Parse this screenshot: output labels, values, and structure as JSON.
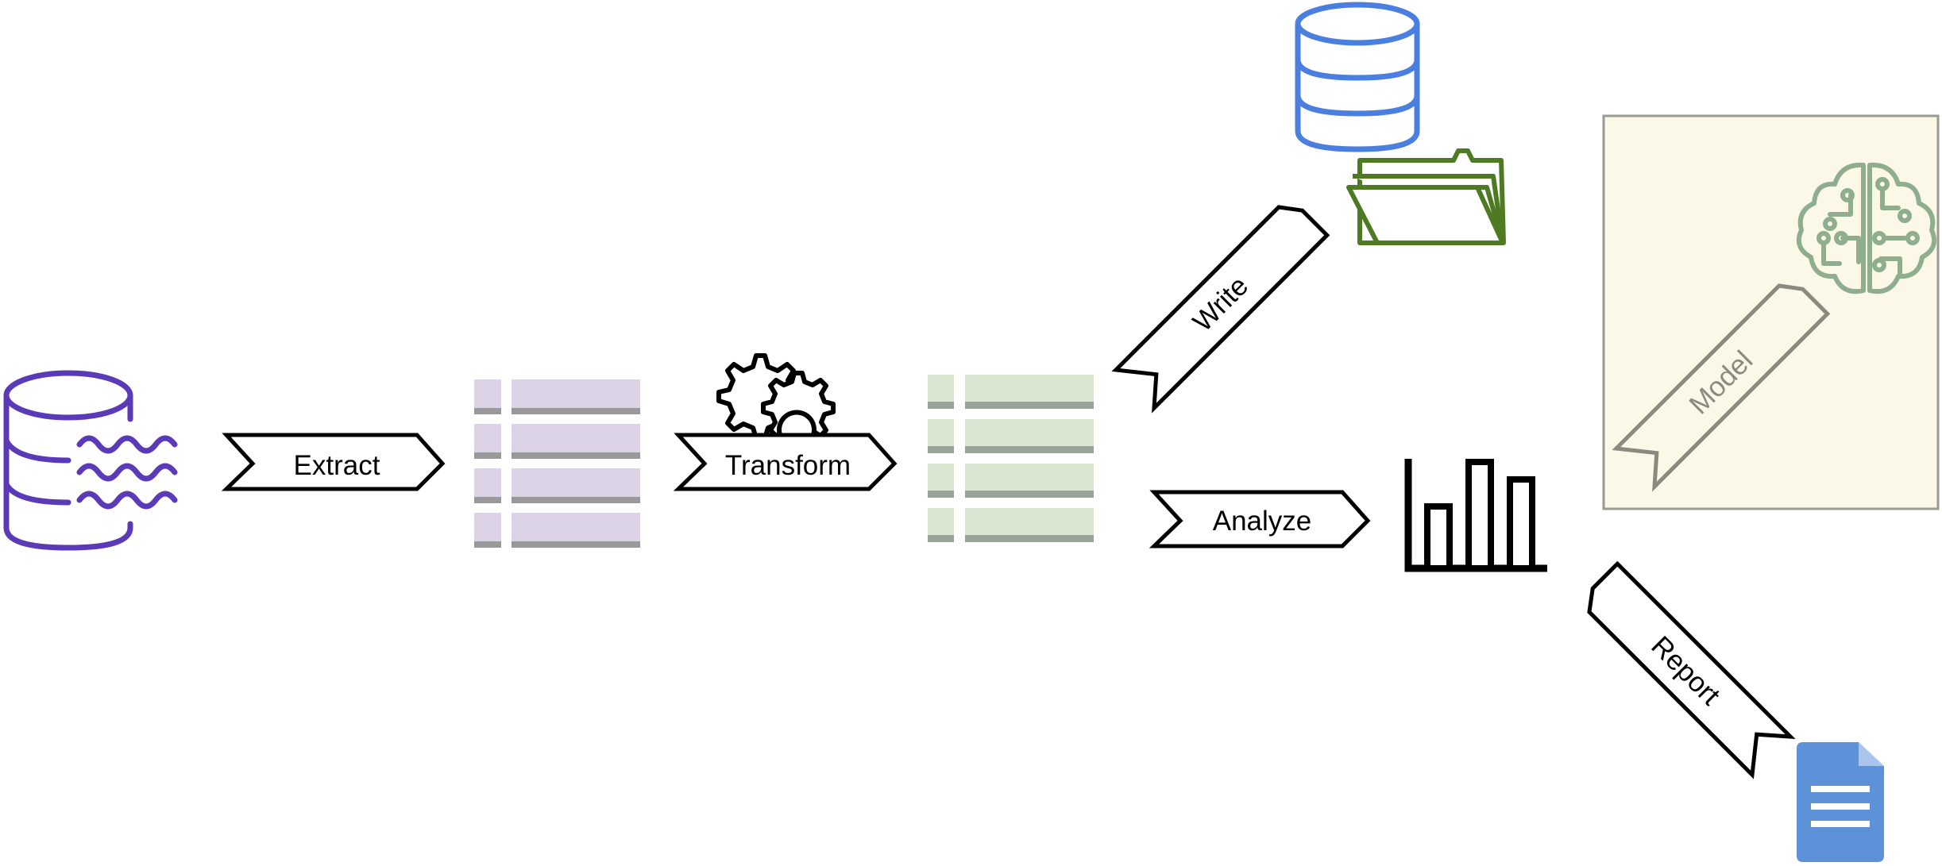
{
  "steps": {
    "extract": "Extract",
    "transform": "Transform",
    "write": "Write",
    "analyze": "Analyze",
    "model": "Model",
    "report": "Report"
  },
  "icons": {
    "source": "database-stream-icon",
    "raw_table": "table-icon",
    "gear": "gear-icon",
    "clean_table": "table-icon",
    "warehouse": "database-icon",
    "files": "folder-icon",
    "ml": "brain-circuit-icon",
    "chart": "bar-chart-icon",
    "document": "document-icon"
  },
  "colors": {
    "source": "#5b3ab8",
    "raw_table_fill": "#dcd3e6",
    "raw_table_line": "#999999",
    "clean_table_fill": "#d9e6d2",
    "clean_table_line": "#9aa39a",
    "warehouse": "#4a7fe0",
    "files": "#4e7a24",
    "ml": "#8fae8f",
    "model_panel_fill": "#fbf8e8",
    "model_panel_border": "#9a9a90",
    "document": "#5d91d8"
  }
}
